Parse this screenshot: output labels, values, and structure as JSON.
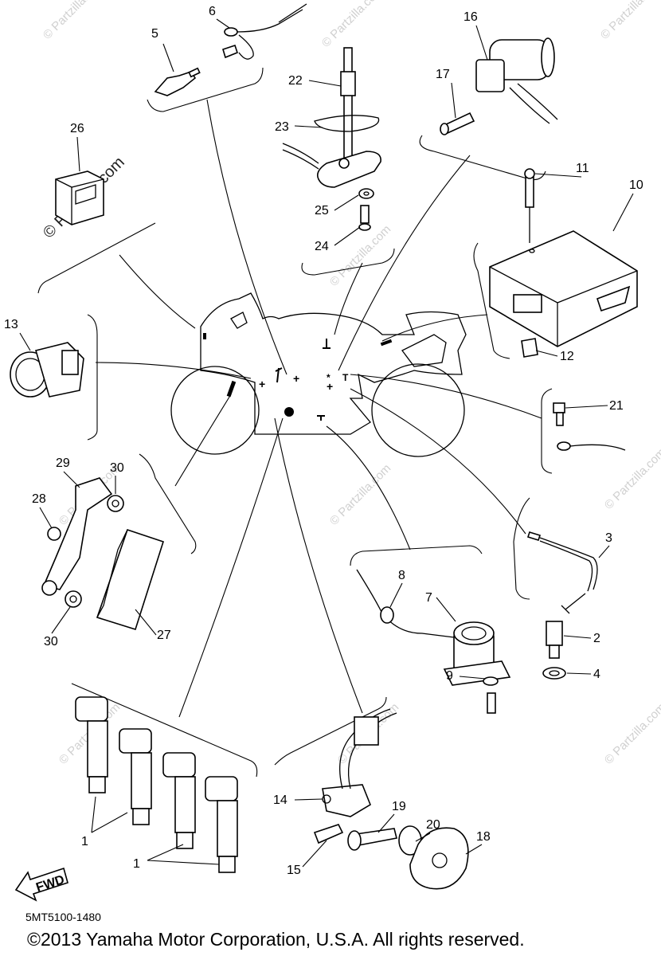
{
  "diagram": {
    "callouts": [
      "1",
      "1",
      "2",
      "3",
      "4",
      "5",
      "6",
      "7",
      "8",
      "9",
      "10",
      "11",
      "12",
      "13",
      "14",
      "15",
      "16",
      "17",
      "18",
      "19",
      "20",
      "21",
      "22",
      "23",
      "24",
      "25",
      "26",
      "27",
      "28",
      "29",
      "30",
      "30"
    ],
    "watermark": "© Partzilla.com",
    "fwd_label": "FWD",
    "diagram_code": "5MT5100-1480",
    "copyright": "©2013 Yamaha Motor Corporation, U.S.A. All rights reserved."
  }
}
